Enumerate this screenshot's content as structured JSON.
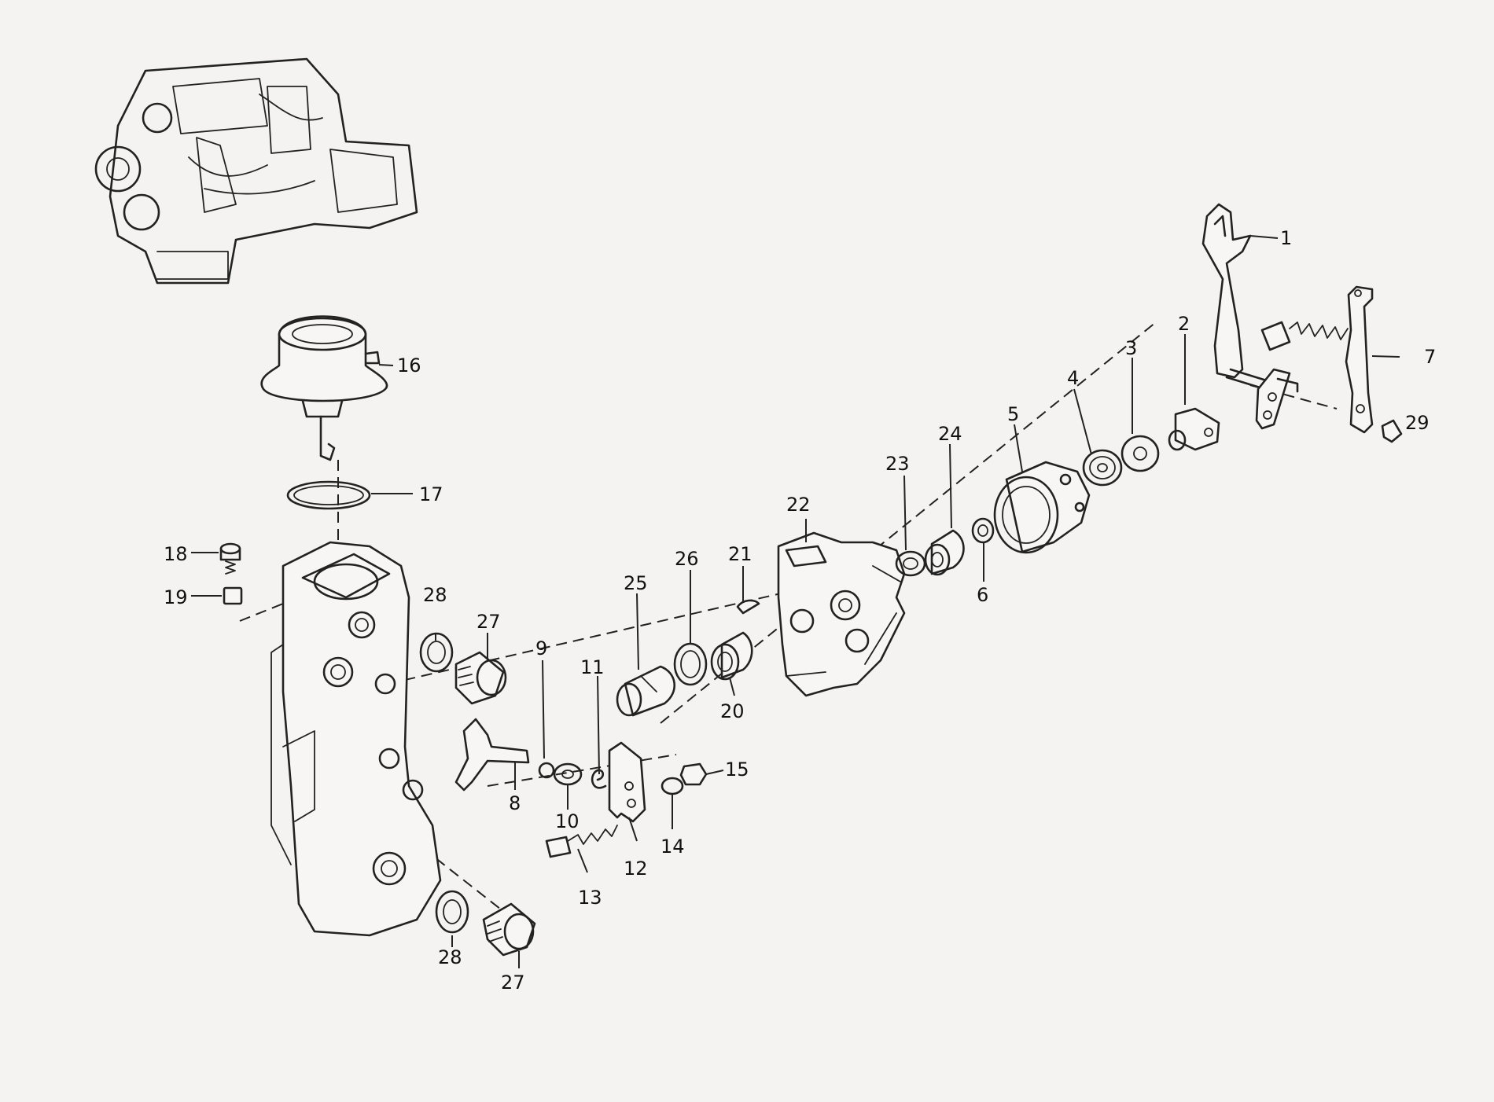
{
  "diagram": {
    "parts": [
      {
        "number": "1"
      },
      {
        "number": "2"
      },
      {
        "number": "3"
      },
      {
        "number": "4"
      },
      {
        "number": "5"
      },
      {
        "number": "6"
      },
      {
        "number": "7"
      },
      {
        "number": "8"
      },
      {
        "number": "9"
      },
      {
        "number": "10"
      },
      {
        "number": "11"
      },
      {
        "number": "12"
      },
      {
        "number": "13"
      },
      {
        "number": "14"
      },
      {
        "number": "15"
      },
      {
        "number": "16"
      },
      {
        "number": "17"
      },
      {
        "number": "18"
      },
      {
        "number": "19"
      },
      {
        "number": "20"
      },
      {
        "number": "21"
      },
      {
        "number": "22"
      },
      {
        "number": "23"
      },
      {
        "number": "24"
      },
      {
        "number": "25"
      },
      {
        "number": "26"
      },
      {
        "number": "27"
      },
      {
        "number": "28"
      },
      {
        "number": "29"
      }
    ]
  }
}
